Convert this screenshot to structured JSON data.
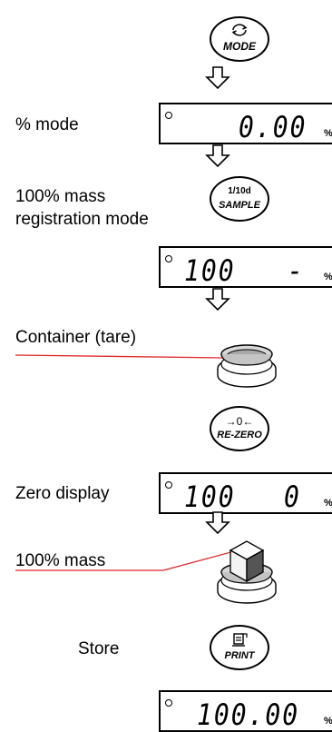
{
  "steps": {
    "percent_mode": "% mode",
    "registration_line1": "100% mass",
    "registration_line2": "registration mode",
    "container": "Container (tare)",
    "zero_display": "Zero display",
    "hundred_mass": "100% mass",
    "store": "Store"
  },
  "buttons": {
    "mode": "MODE",
    "sample_top": "1/10d",
    "sample_bottom": "SAMPLE",
    "rezero_top": "→0←",
    "rezero_bottom": "RE-ZERO",
    "print": "PRINT"
  },
  "displays": {
    "d1_value": "0.00",
    "d2_left": "100",
    "d2_right": "-",
    "d3_left": "100",
    "d3_right": "0",
    "d4_value": "100.00",
    "unit": "%"
  },
  "colors": {
    "leader_line": "#e0262c"
  }
}
